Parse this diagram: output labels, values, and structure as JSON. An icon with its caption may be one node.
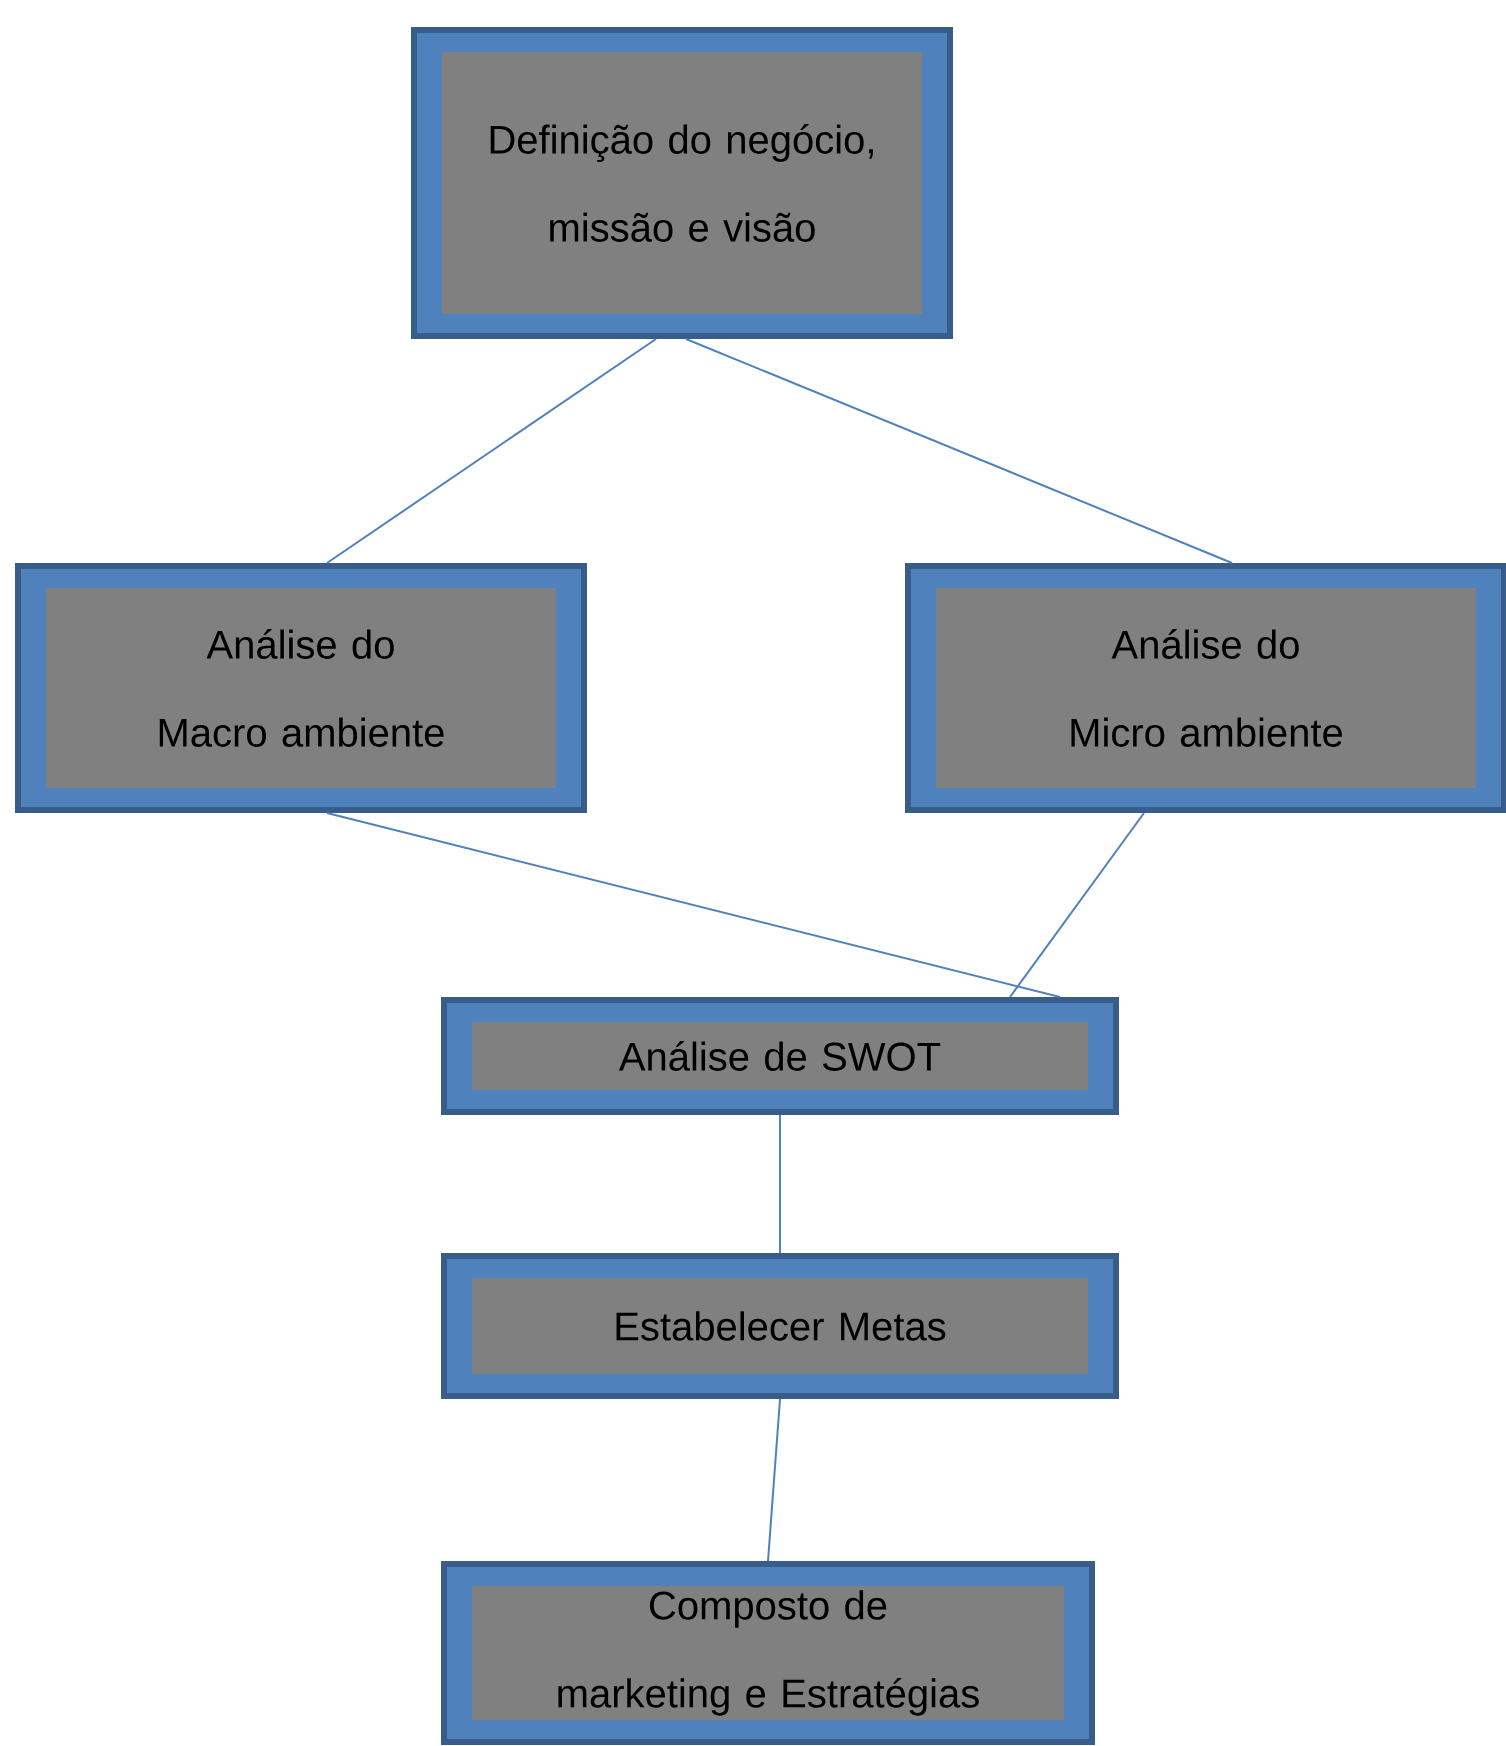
{
  "diagram": {
    "nodes": [
      {
        "text": [
          "Definição do negócio, missão e visão"
        ]
      },
      {
        "text": [
          "Análise do Macro ambiente"
        ]
      },
      {
        "text": [
          "Análise do Micro ambiente"
        ]
      },
      {
        "text": [
          "Análise de SWOT"
        ]
      },
      {
        "text": [
          "Estabelecer Metas"
        ]
      },
      {
        "text": [
          "Composto de marketing e Estratégias"
        ]
      }
    ],
    "edges": [
      {
        "from": 0,
        "to": 1,
        "arrow": "none"
      },
      {
        "from": 0,
        "to": 2,
        "arrow": "none"
      },
      {
        "from": 1,
        "to": 3,
        "arrow": "none"
      },
      {
        "from": 2,
        "to": 3,
        "arrow": "none"
      },
      {
        "from": 3,
        "to": 4,
        "arrow": "none"
      },
      {
        "from": 4,
        "to": 5,
        "arrow": "none"
      }
    ]
  }
}
